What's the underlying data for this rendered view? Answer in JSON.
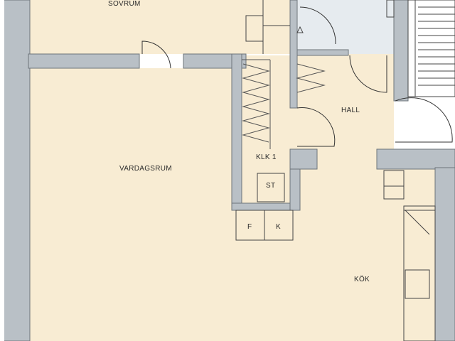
{
  "colors": {
    "floor": "#f8ecd3",
    "wall": "#b9c0c6",
    "wall_stroke": "#6d747a",
    "bath": "#e6ebef",
    "line": "#444444"
  },
  "rooms": {
    "sovrum": "SOVRUM",
    "vardagsrum": "VARDAGSRUM",
    "hall": "HALL",
    "klk": "KLK 1",
    "kok": "KÖK"
  },
  "fixtures": {
    "storage": "ST",
    "fridge": "F",
    "freezer": "K"
  },
  "icons": [
    "door-swing-icon",
    "staircase-icon",
    "wardrobe-icon",
    "stove-icon",
    "sink-icon"
  ]
}
